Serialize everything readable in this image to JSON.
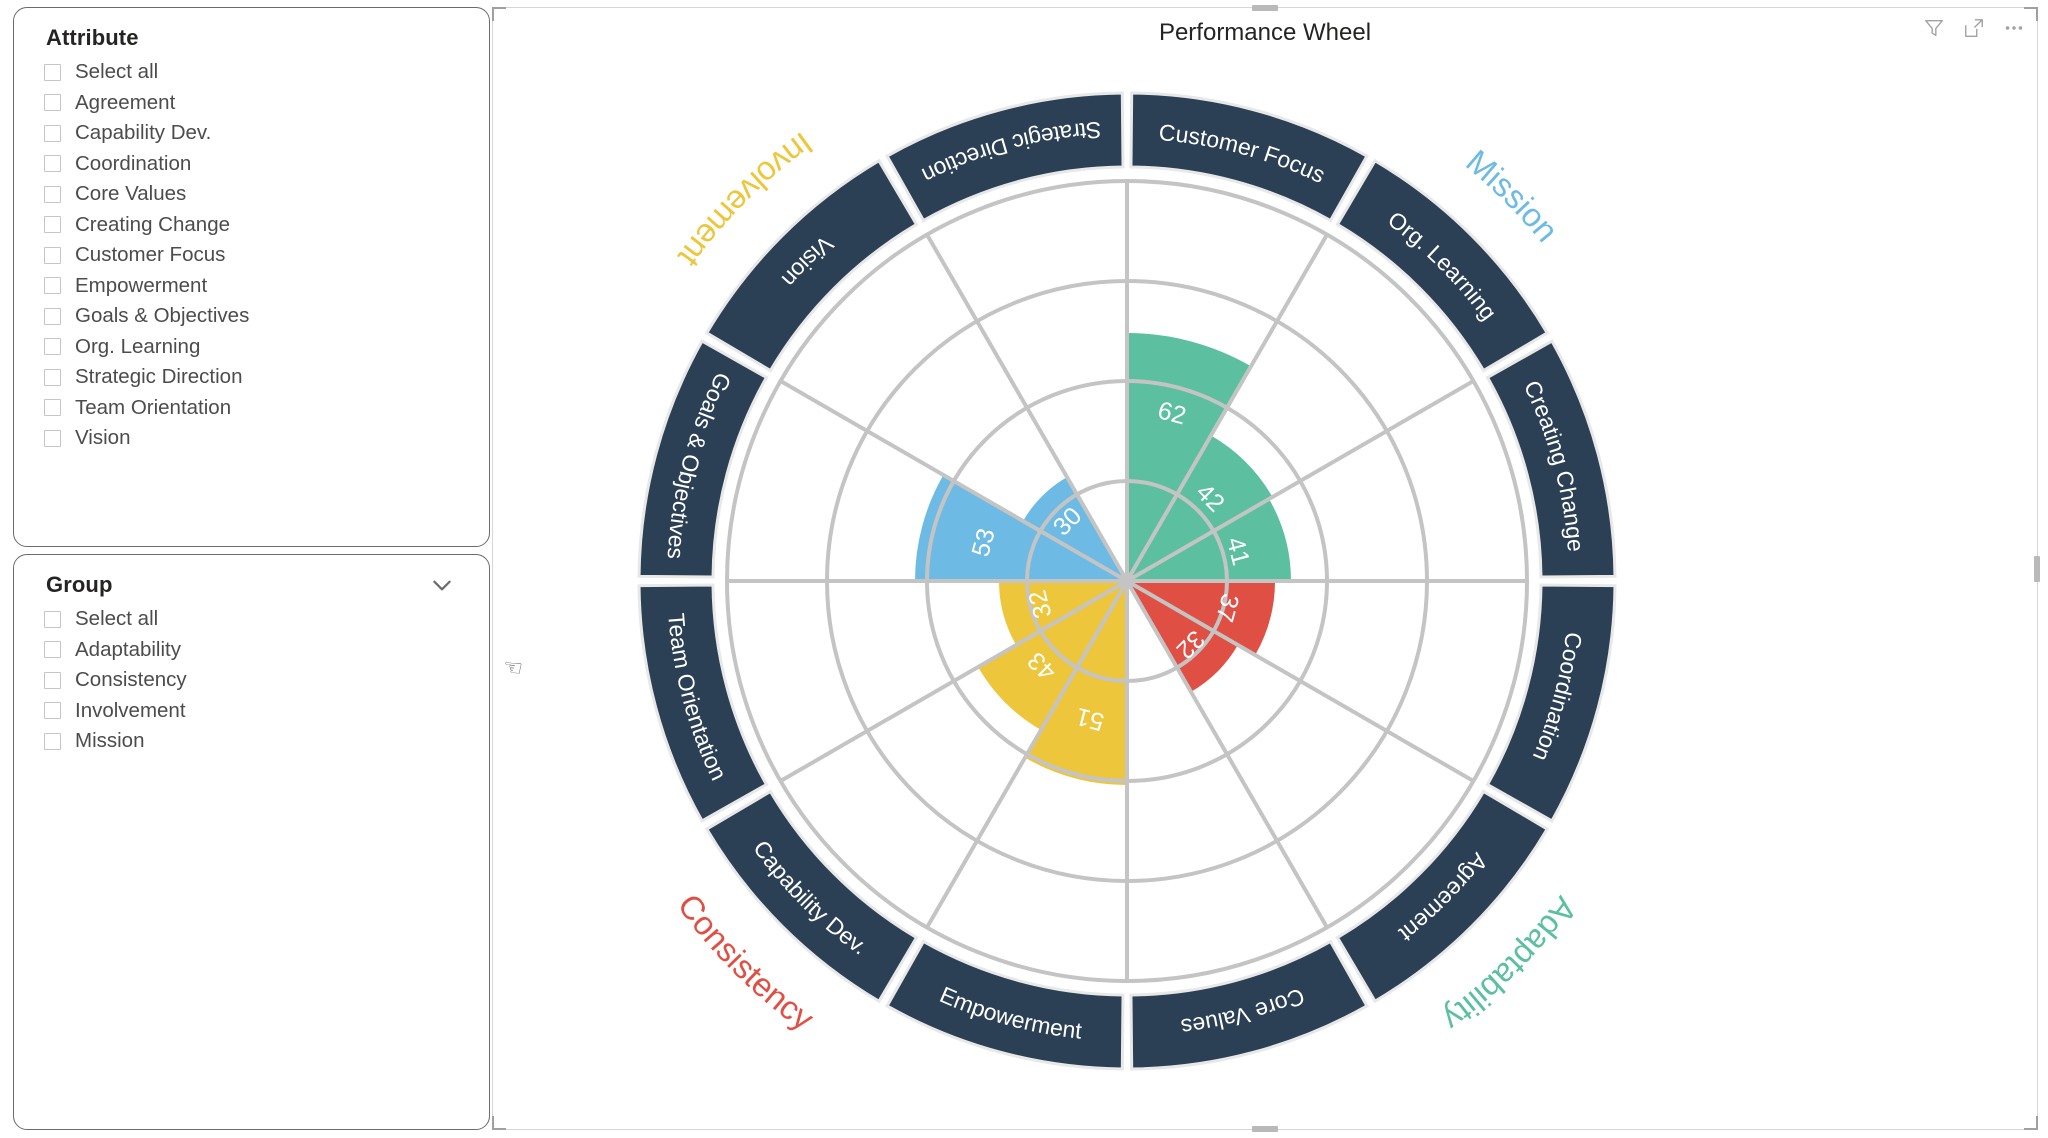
{
  "window": {
    "cursor_icon": "hand-cursor"
  },
  "attribute_slicer": {
    "title": "Attribute",
    "items": [
      {
        "label": "Select all",
        "checked": false
      },
      {
        "label": "Agreement",
        "checked": false
      },
      {
        "label": "Capability Dev.",
        "checked": false
      },
      {
        "label": "Coordination",
        "checked": false
      },
      {
        "label": "Core Values",
        "checked": false
      },
      {
        "label": "Creating Change",
        "checked": false
      },
      {
        "label": "Customer Focus",
        "checked": false
      },
      {
        "label": "Empowerment",
        "checked": false
      },
      {
        "label": "Goals & Objectives",
        "checked": false
      },
      {
        "label": "Org. Learning",
        "checked": false
      },
      {
        "label": "Strategic Direction",
        "checked": false
      },
      {
        "label": "Team Orientation",
        "checked": false
      },
      {
        "label": "Vision",
        "checked": false
      }
    ]
  },
  "group_slicer": {
    "title": "Group",
    "expand_icon": "chevron-down-icon",
    "items": [
      {
        "label": "Select all",
        "checked": false
      },
      {
        "label": "Adaptability",
        "checked": false
      },
      {
        "label": "Consistency",
        "checked": false
      },
      {
        "label": "Involvement",
        "checked": false
      },
      {
        "label": "Mission",
        "checked": false
      }
    ]
  },
  "visual": {
    "title": "Performance Wheel",
    "header_icons": [
      {
        "name": "filter-icon",
        "glyph": "funnel"
      },
      {
        "name": "focus-mode-icon",
        "glyph": "expand"
      },
      {
        "name": "more-options-icon",
        "glyph": "ellipsis"
      }
    ]
  },
  "chart_data": {
    "type": "pie",
    "title": "Performance Wheel",
    "subtype": "radial-polar-wheel",
    "value_range": [
      0,
      100
    ],
    "ring_count": 4,
    "colors": {
      "outer_ring": "#2b3f55",
      "grid": "#c4c4c4",
      "Mission": "#6dbbe4",
      "Adaptability": "#5cc0a0",
      "Consistency": "#e04f43",
      "Involvement": "#edc63c"
    },
    "groups": [
      {
        "name": "Mission",
        "color": "#6dbbe4",
        "angle_deg": 315
      },
      {
        "name": "Adaptability",
        "color": "#5cc0a0",
        "angle_deg": 45
      },
      {
        "name": "Consistency",
        "color": "#e04f43",
        "angle_deg": 135
      },
      {
        "name": "Involvement",
        "color": "#edc63c",
        "angle_deg": 225
      }
    ],
    "categories": [
      "Customer Focus",
      "Org. Learning",
      "Creating Change",
      "Coordination",
      "Agreement",
      "Core Values",
      "Empowerment",
      "Capability Dev.",
      "Team Orientation",
      "Goals & Objectives",
      "Vision",
      "Strategic Direction"
    ],
    "segments": [
      {
        "label": "Customer Focus",
        "value": 62,
        "group": "Adaptability",
        "color": "#5cc0a0",
        "start_deg": -90,
        "end_deg": -60
      },
      {
        "label": "Org. Learning",
        "value": 42,
        "group": "Adaptability",
        "color": "#5cc0a0",
        "start_deg": -60,
        "end_deg": -30
      },
      {
        "label": "Creating Change",
        "value": 41,
        "group": "Adaptability",
        "color": "#5cc0a0",
        "start_deg": -30,
        "end_deg": 0
      },
      {
        "label": "Coordination",
        "value": 37,
        "group": "Consistency",
        "color": "#e04f43",
        "start_deg": 0,
        "end_deg": 30
      },
      {
        "label": "Agreement",
        "value": 32,
        "group": "Consistency",
        "color": "#e04f43",
        "start_deg": 30,
        "end_deg": 60
      },
      {
        "label": "Core Values",
        "value": 0,
        "group": "Consistency",
        "color": "#e04f43",
        "start_deg": 60,
        "end_deg": 90
      },
      {
        "label": "Empowerment",
        "value": 51,
        "group": "Involvement",
        "color": "#edc63c",
        "start_deg": 90,
        "end_deg": 120
      },
      {
        "label": "Capability Dev.",
        "value": 43,
        "group": "Involvement",
        "color": "#edc63c",
        "start_deg": 120,
        "end_deg": 150
      },
      {
        "label": "Team Orientation",
        "value": 32,
        "group": "Involvement",
        "color": "#edc63c",
        "start_deg": 150,
        "end_deg": 180
      },
      {
        "label": "Goals & Objectives",
        "value": 53,
        "group": "Mission",
        "color": "#6dbbe4",
        "start_deg": 180,
        "end_deg": 210
      },
      {
        "label": "Vision",
        "value": 30,
        "group": "Mission",
        "color": "#6dbbe4",
        "start_deg": 210,
        "end_deg": 240
      },
      {
        "label": "Strategic Direction",
        "value": 0,
        "group": "Mission",
        "color": "#6dbbe4",
        "start_deg": 240,
        "end_deg": 270
      }
    ]
  }
}
